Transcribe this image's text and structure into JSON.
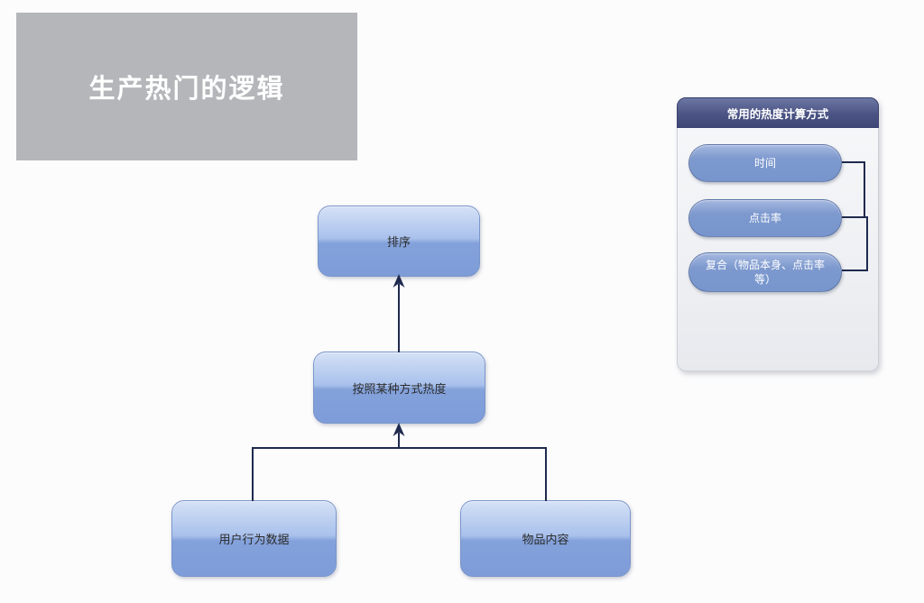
{
  "title_card": {
    "label": "生产热门的逻辑"
  },
  "flowchart": {
    "nodes": [
      {
        "id": "sort",
        "label": "排序"
      },
      {
        "id": "heat",
        "label": "按照某种方式热度"
      },
      {
        "id": "user",
        "label": "用户行为数据"
      },
      {
        "id": "item",
        "label": "物品内容"
      }
    ],
    "edges": [
      {
        "from": "user",
        "to": "heat"
      },
      {
        "from": "item",
        "to": "heat"
      },
      {
        "from": "heat",
        "to": "sort"
      }
    ]
  },
  "panel": {
    "header": "常用的热度计算方式",
    "items": [
      {
        "label": "时间"
      },
      {
        "label": "点击率"
      },
      {
        "label": "复合（物品本身、点击率等）"
      }
    ]
  },
  "colors": {
    "background": "#fcfcfd",
    "title_card_bg": "#b4b6ba",
    "node_fill": "#7e9cd8",
    "node_fill_light": "#d5e1f6",
    "node_border": "#7a96cb",
    "panel_header_navy": "#3e4775",
    "panel_body": "#eef0f3",
    "pill_fill": "#7796cd",
    "connector": "#1f2a4e",
    "text_on_node": "#2b2b2b",
    "text_on_blue": "#ffffff"
  }
}
